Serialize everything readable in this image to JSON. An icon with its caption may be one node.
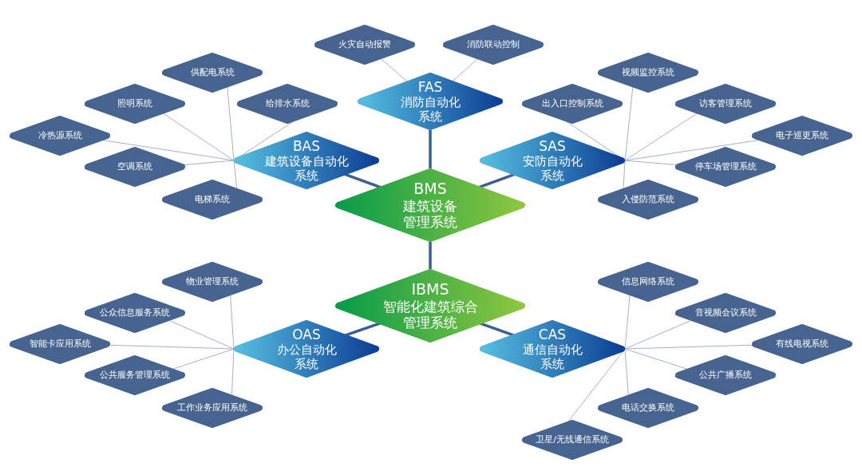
{
  "diagram": {
    "nodes": [
      {
        "text": [
          "火灾自动报警"
        ]
      },
      {
        "text": [
          "消防联动控制"
        ]
      },
      {
        "text": [
          "FAS",
          "消防自动化系统"
        ]
      },
      {
        "text": [
          "供配电系统"
        ]
      },
      {
        "text": [
          "视频监控系统"
        ]
      },
      {
        "text": [
          "照明系统"
        ]
      },
      {
        "text": [
          "给排水系统"
        ]
      },
      {
        "text": [
          "出入口控制系统"
        ]
      },
      {
        "text": [
          "访客管理系统"
        ]
      },
      {
        "text": [
          "冷热源系统"
        ]
      },
      {
        "text": [
          "电子巡更系统"
        ]
      },
      {
        "text": [
          "BAS",
          "建筑设备自动化系统"
        ]
      },
      {
        "text": [
          "SAS",
          "安防自动化系统"
        ]
      },
      {
        "text": [
          "空调系统"
        ]
      },
      {
        "text": [
          "停车场管理系统"
        ]
      },
      {
        "text": [
          "BMS",
          "建筑设备管理系统"
        ]
      },
      {
        "text": [
          "电梯系统"
        ]
      },
      {
        "text": [
          "入侵防范系统"
        ]
      },
      {
        "text": [
          "物业管理系统"
        ]
      },
      {
        "text": [
          "信息网络系统"
        ]
      },
      {
        "text": [
          "IBMS",
          "智能化建筑综合管理系统"
        ]
      },
      {
        "text": [
          "公众信息服务系统"
        ]
      },
      {
        "text": [
          "音视频会议系统"
        ]
      },
      {
        "text": [
          "智能卡应用系统"
        ]
      },
      {
        "text": [
          "OAS",
          "办公自动化系统"
        ]
      },
      {
        "text": [
          "CAS",
          "通信自动化系统"
        ]
      },
      {
        "text": [
          "有线电视系统"
        ]
      },
      {
        "text": [
          "公共服务管理系统"
        ]
      },
      {
        "text": [
          "公共广播系统"
        ]
      },
      {
        "text": [
          "工作业务应用系统"
        ]
      },
      {
        "text": [
          "电话交换系统"
        ]
      },
      {
        "text": [
          "卫星/无线通信系统"
        ]
      }
    ],
    "edges": [
      {
        "from": 15,
        "to": 2,
        "arrow": "none",
        "style": "thick",
        "color": "#3e5f91"
      },
      {
        "from": 15,
        "to": 11,
        "arrow": "none",
        "style": "thick",
        "color": "#3e5f91"
      },
      {
        "from": 15,
        "to": 12,
        "arrow": "none",
        "style": "thick",
        "color": "#3e5f91"
      },
      {
        "from": 15,
        "to": 20,
        "arrow": "none",
        "style": "thick",
        "color": "#3e5f91"
      },
      {
        "from": 20,
        "to": 24,
        "arrow": "none",
        "style": "thick",
        "color": "#3e5f91"
      },
      {
        "from": 20,
        "to": 25,
        "arrow": "none",
        "style": "thick",
        "color": "#3e5f91"
      },
      {
        "from": 2,
        "to": 0,
        "arrow": "none"
      },
      {
        "from": 2,
        "to": 1,
        "arrow": "none"
      },
      {
        "from": 11,
        "to": 3,
        "arrow": "none"
      },
      {
        "from": 11,
        "to": 5,
        "arrow": "none"
      },
      {
        "from": 11,
        "to": 6,
        "arrow": "none"
      },
      {
        "from": 11,
        "to": 9,
        "arrow": "none"
      },
      {
        "from": 11,
        "to": 13,
        "arrow": "none"
      },
      {
        "from": 11,
        "to": 16,
        "arrow": "none"
      },
      {
        "from": 12,
        "to": 4,
        "arrow": "none"
      },
      {
        "from": 12,
        "to": 7,
        "arrow": "none"
      },
      {
        "from": 12,
        "to": 8,
        "arrow": "none"
      },
      {
        "from": 12,
        "to": 10,
        "arrow": "none"
      },
      {
        "from": 12,
        "to": 14,
        "arrow": "none"
      },
      {
        "from": 12,
        "to": 17,
        "arrow": "none"
      },
      {
        "from": 24,
        "to": 18,
        "arrow": "none"
      },
      {
        "from": 24,
        "to": 21,
        "arrow": "none"
      },
      {
        "from": 24,
        "to": 23,
        "arrow": "none"
      },
      {
        "from": 24,
        "to": 27,
        "arrow": "none"
      },
      {
        "from": 24,
        "to": 29,
        "arrow": "none"
      },
      {
        "from": 25,
        "to": 19,
        "arrow": "none"
      },
      {
        "from": 25,
        "to": 22,
        "arrow": "none"
      },
      {
        "from": 25,
        "to": 26,
        "arrow": "none"
      },
      {
        "from": 25,
        "to": 28,
        "arrow": "none"
      },
      {
        "from": 25,
        "to": 30,
        "arrow": "none"
      },
      {
        "from": 25,
        "to": 31,
        "arrow": "none"
      }
    ]
  }
}
